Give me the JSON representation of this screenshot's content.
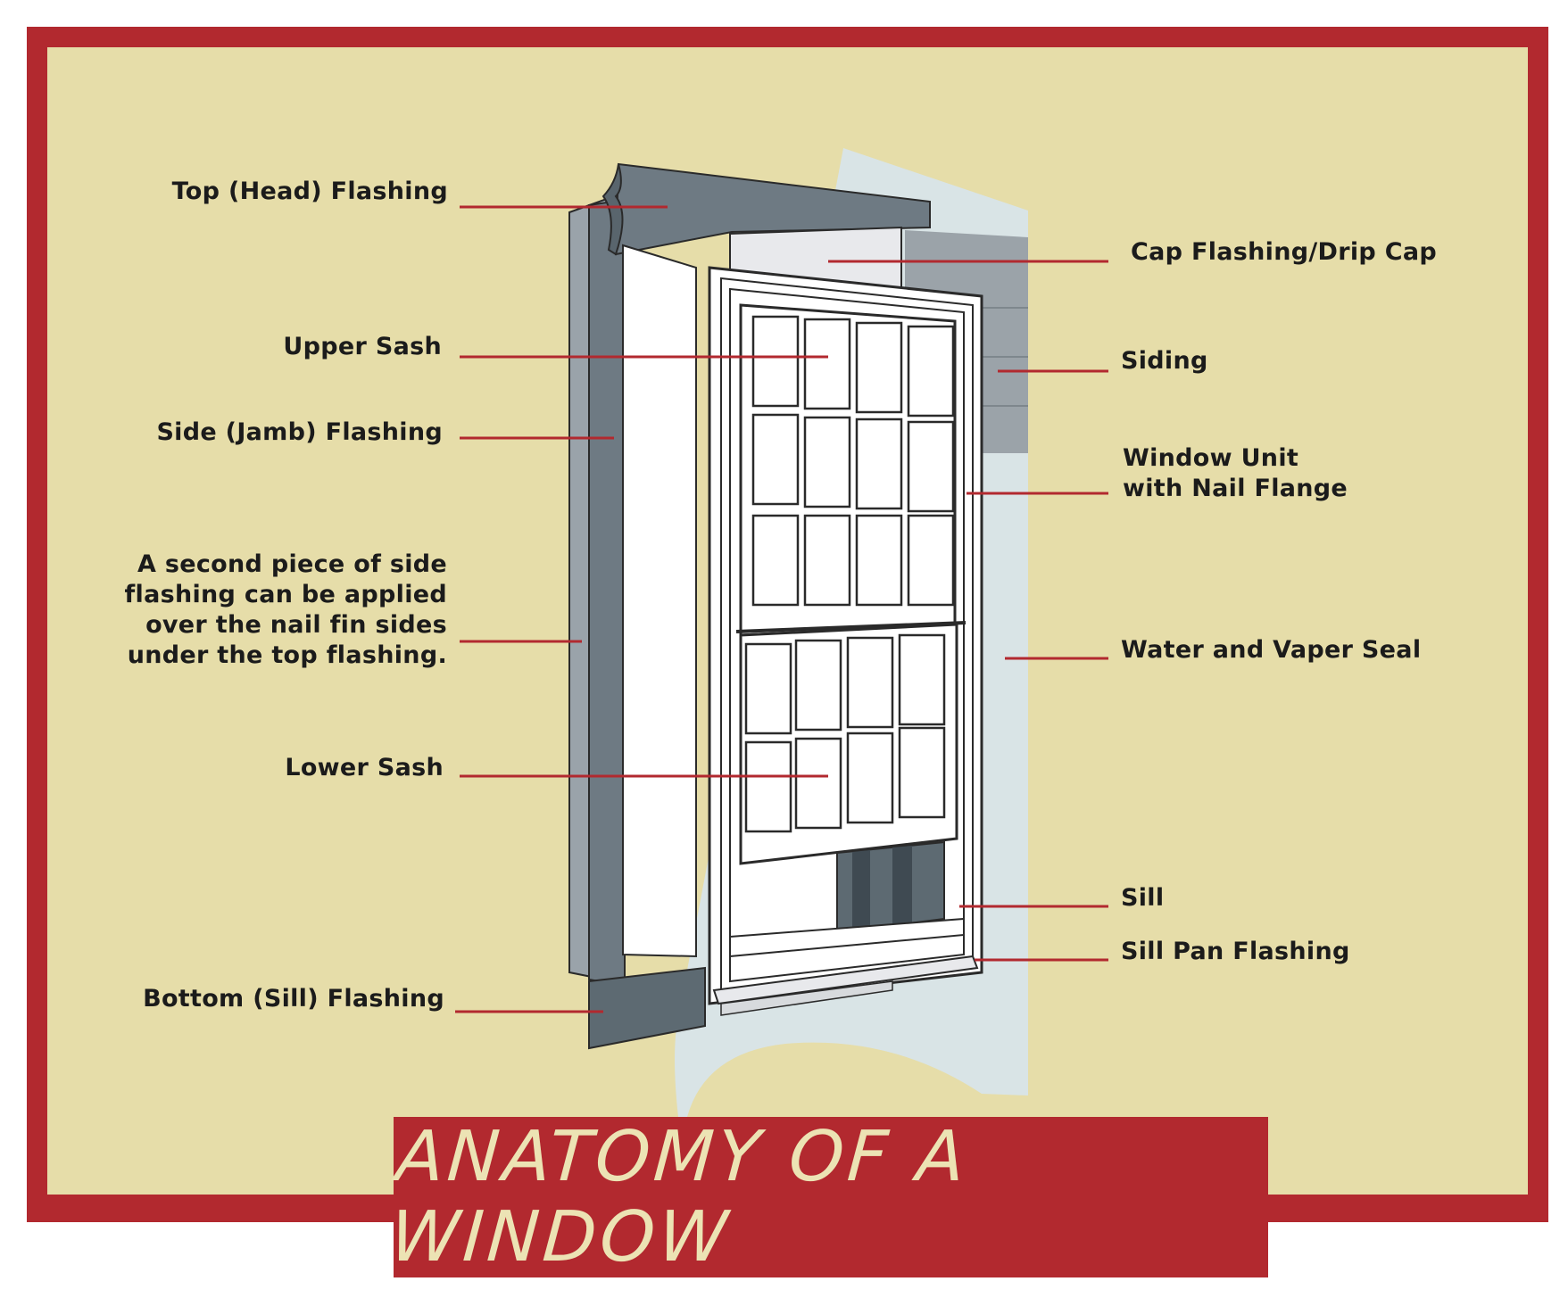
{
  "title": "ANATOMY OF A WINDOW",
  "colors": {
    "frame": "#b2292f",
    "background": "#e6dda9",
    "leader_line": "#b2292f",
    "flashing": "#6e7a83",
    "siding": "#9aa2a8",
    "seal": "#d9e4e6",
    "window_frame": "#ffffff",
    "outline": "#2a2a2a",
    "title_text": "#ece3b4"
  },
  "labels": {
    "top_head_flashing": "Top (Head) Flashing",
    "cap_flashing": "Cap Flashing/Drip Cap",
    "upper_sash": "Upper Sash",
    "siding": "Siding",
    "side_jamb_flashing": "Side (Jamb) Flashing",
    "window_unit": "Window Unit\nwith Nail Flange",
    "second_side_flashing": "A second piece of side\nflashing can be applied\nover the nail fin sides\nunder the top flashing.",
    "water_vapor_seal": "Water and Vaper Seal",
    "lower_sash": "Lower Sash",
    "sill": "Sill",
    "sill_pan_flashing": "Sill Pan Flashing",
    "bottom_sill_flashing": "Bottom (Sill) Flashing"
  }
}
